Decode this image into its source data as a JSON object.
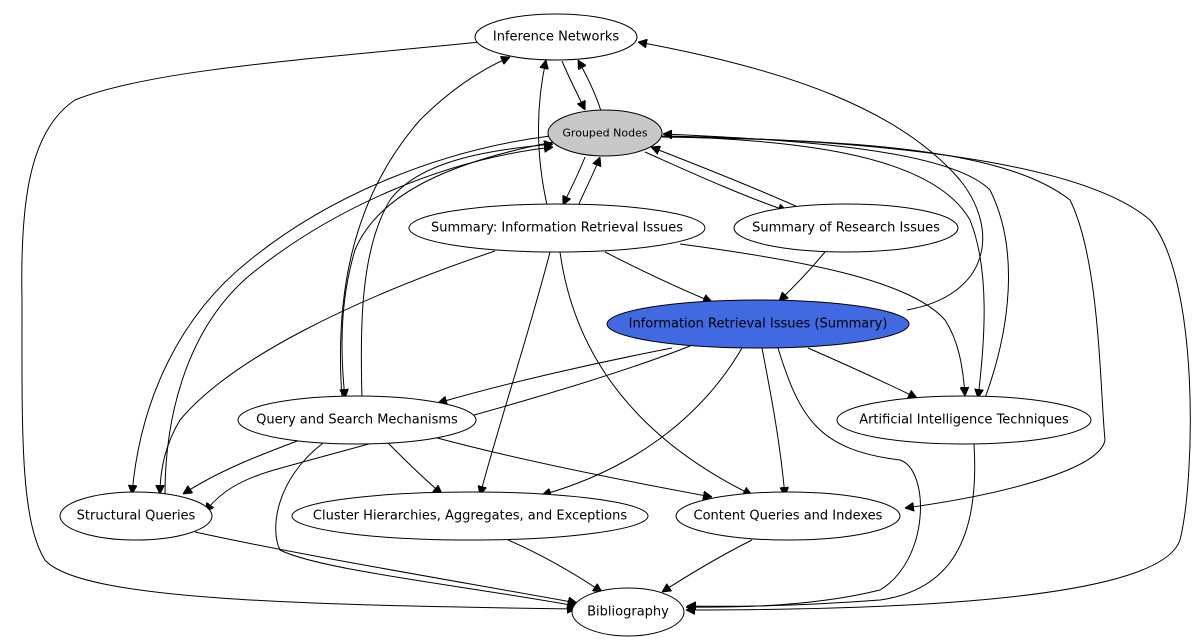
{
  "graph": {
    "nodes": [
      {
        "id": "inference",
        "label": "Inference Networks"
      },
      {
        "id": "grouped",
        "label": "Grouped Nodes"
      },
      {
        "id": "summary_ir",
        "label": "Summary: Information Retrieval Issues"
      },
      {
        "id": "summary_research",
        "label": "Summary of Research Issues"
      },
      {
        "id": "ir_summary",
        "label": "Information Retrieval Issues (Summary)"
      },
      {
        "id": "query_search",
        "label": "Query and Search Mechanisms"
      },
      {
        "id": "ai_tech",
        "label": "Artificial Intelligence Techniques"
      },
      {
        "id": "structural",
        "label": "Structural Queries"
      },
      {
        "id": "cluster",
        "label": "Cluster Hierarchies, Aggregates, and Exceptions"
      },
      {
        "id": "content",
        "label": "Content Queries and Indexes"
      },
      {
        "id": "biblio",
        "label": "Bibliography"
      }
    ],
    "colors": {
      "highlight_fill": "#4169e1",
      "grouped_fill": "#c8c8c8",
      "default_fill": "#ffffff",
      "stroke": "#000000"
    }
  }
}
